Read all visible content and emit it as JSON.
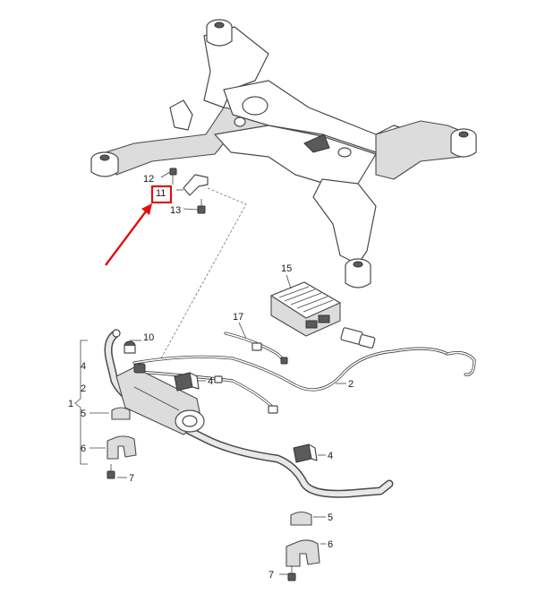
{
  "diagram": {
    "highlight_color": "#e01010",
    "labels": {
      "n1": "1",
      "n2a": "2",
      "n2b": "2",
      "n4a": "4",
      "n4b": "4",
      "n4c": "4",
      "n5a": "5",
      "n5b": "5",
      "n6a": "6",
      "n6b": "6",
      "n7a": "7",
      "n7b": "7",
      "n10": "10",
      "n11": "11",
      "n12": "12",
      "n13": "13",
      "n15": "15",
      "n17": "17"
    }
  }
}
